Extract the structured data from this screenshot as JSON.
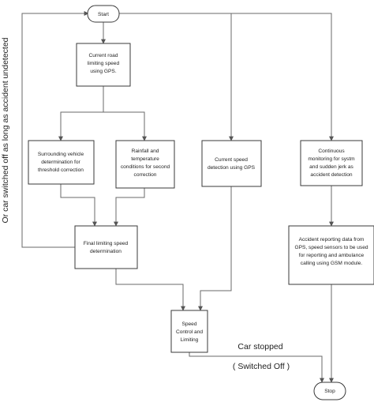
{
  "nodes": {
    "start": {
      "label": "Start"
    },
    "current_road": {
      "lines": [
        "Current road",
        "limiting speed",
        "using GPS."
      ]
    },
    "surrounding_vehicle": {
      "lines": [
        "Surrounding vehicle",
        "determination for",
        "threshold correction"
      ]
    },
    "rainfall": {
      "lines": [
        "Rainfall and",
        "temperature",
        "conditions for second",
        "correction"
      ]
    },
    "current_speed": {
      "lines": [
        "Current speed",
        "detection using GPS"
      ]
    },
    "continuous_monitoring": {
      "lines": [
        "Continuous",
        "monitoring for systm",
        "and sudden jerk as",
        "accident detection"
      ]
    },
    "final_limiting": {
      "lines": [
        "Final limiting speed",
        "determination"
      ]
    },
    "accident_reporting": {
      "lines": [
        "Accident reporting data from",
        "GPS, speed sensors to be used",
        "for reporting and ambulance",
        "calling using GSM module."
      ]
    },
    "speed_control": {
      "lines": [
        "Speed",
        "Control and",
        "Limiting"
      ]
    },
    "stop": {
      "label": "Stop"
    }
  },
  "edge_labels": {
    "car_stopped": "Car stopped",
    "switched_off": "( Switched Off )"
  },
  "side_label": "Or car switched off as long as accident undetected"
}
